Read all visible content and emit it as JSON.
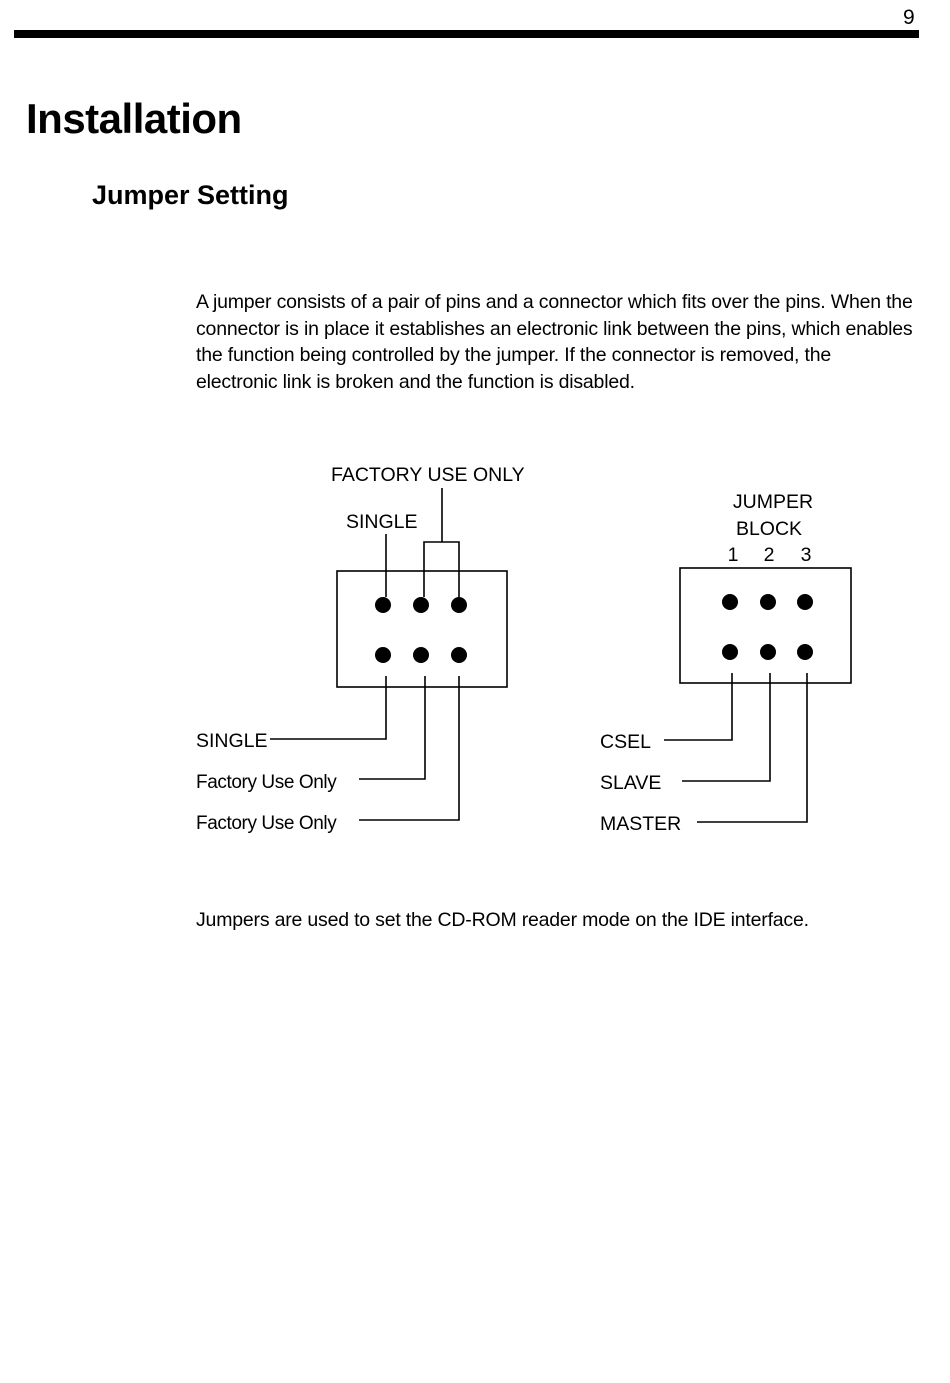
{
  "page": {
    "number": "9",
    "title": "Installation",
    "section_title": "Jumper Setting",
    "intro_paragraph": "A jumper consists of a pair of pins and a connector which fits over the pins. When the connector is in place it establishes an electronic link between the pins, which enables the function being controlled by the jumper. If the connector is removed, the electronic link is broken and the function is disabled.",
    "closing_paragraph": "Jumpers are used to set the CD-ROM reader mode on the IDE interface."
  },
  "diagram": {
    "left_block": {
      "top_labels": {
        "factory_use_only": "FACTORY USE ONLY",
        "single": "SINGLE"
      },
      "bottom_labels": [
        "SINGLE",
        "Factory Use Only",
        "Factory Use Only"
      ],
      "pin_rows": 2,
      "pin_columns": 3
    },
    "right_block": {
      "title_line1": "JUMPER",
      "title_line2": "BLOCK",
      "pin_numbers": [
        "1",
        "2",
        "3"
      ],
      "bottom_labels": [
        "CSEL",
        "SLAVE",
        "MASTER"
      ],
      "pin_rows": 2,
      "pin_columns": 3
    }
  }
}
